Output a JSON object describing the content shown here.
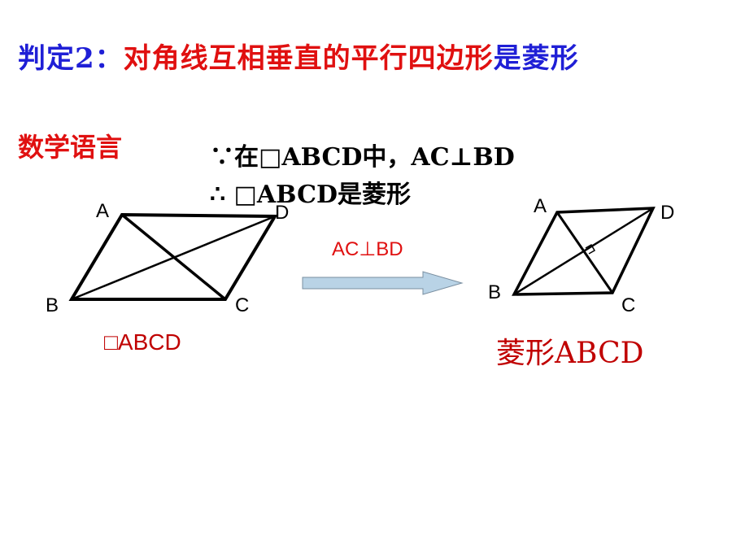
{
  "title": {
    "prefix": "判定2：",
    "middle": "对角线互相垂直的平行四边形",
    "suffix": "是菱形"
  },
  "math_language_label": "数学语言",
  "statement_line1": "∵在□ABCD中，AC⊥BD",
  "statement_line2": "∴ □ABCD是菱形",
  "left_figure": {
    "label_a": "A",
    "label_b": "B",
    "label_c": "C",
    "label_d": "D",
    "caption": "□ABCD"
  },
  "arrow_condition": "AC⊥BD",
  "right_figure": {
    "label_a": "A",
    "label_b": "B",
    "label_c": "C",
    "label_d": "D",
    "caption": "菱形ABCD"
  },
  "colors": {
    "blue": "#1f1fd6",
    "red": "#e01010",
    "caption_red": "#c00000",
    "arrow_fill": "#b9d3e6",
    "arrow_stroke": "#7a8fa0"
  }
}
